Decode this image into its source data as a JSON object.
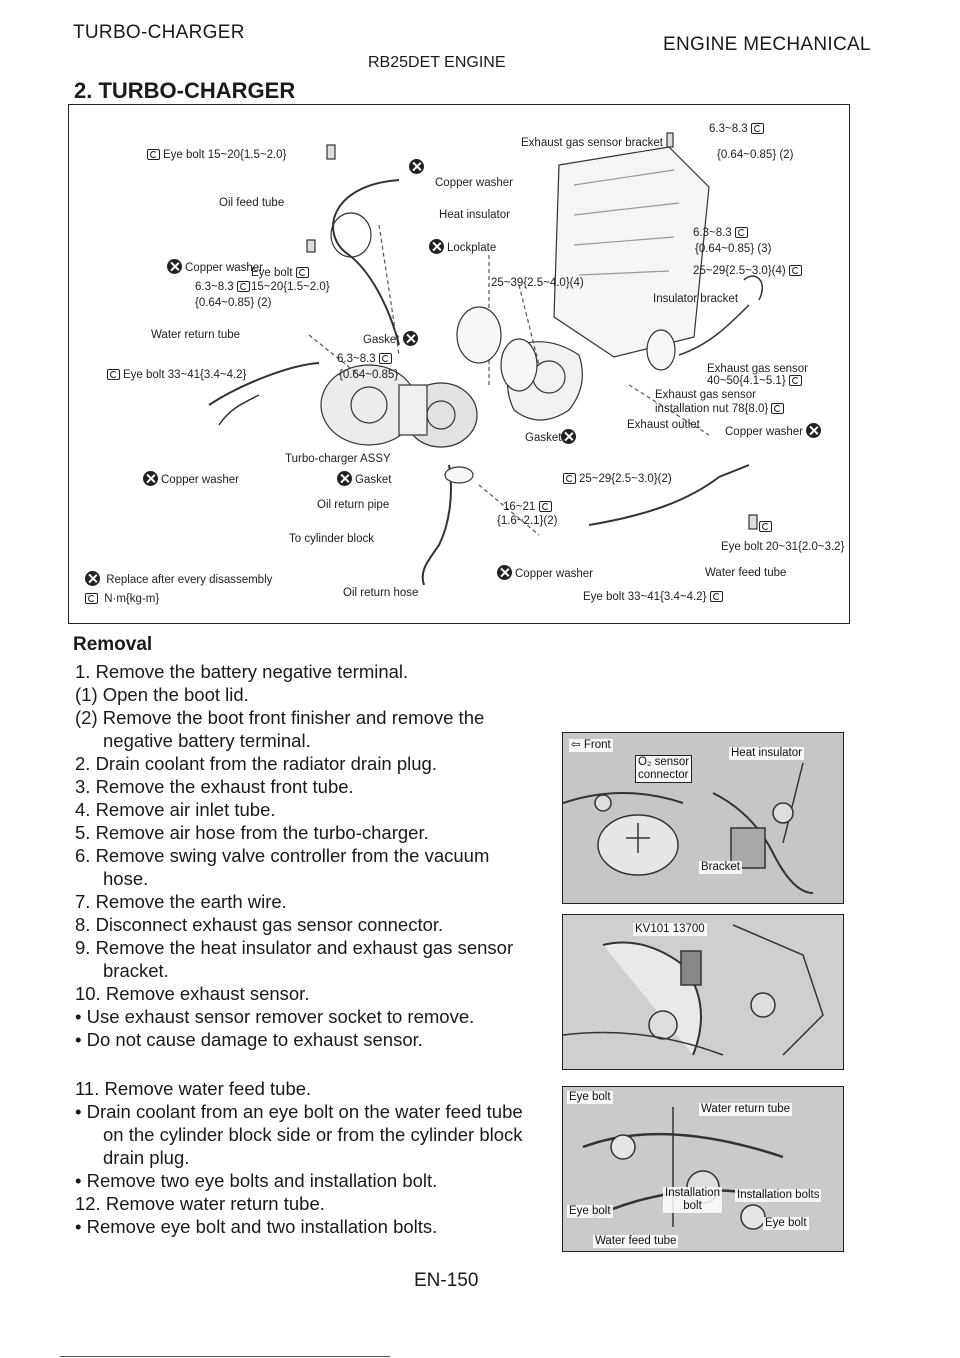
{
  "header": {
    "left": "TURBO-CHARGER",
    "right": "ENGINE MECHANICAL",
    "center": "RB25DET ENGINE"
  },
  "section_heading": "2. TURBO-CHARGER",
  "diagram": {
    "labels": {
      "eye_bolt_top": "Eye bolt 15~20{1.5~2.0}",
      "exhaust_bracket": "Exhaust gas sensor bracket",
      "torque_bracket": "6.3~8.3",
      "torque_bracket_2": "{0.64~0.85} (2)",
      "copper_washer_top": "Copper washer",
      "oil_feed_tube": "Oil feed tube",
      "heat_insulator": "Heat insulator",
      "torque_3a": "6.3~8.3",
      "torque_3b": "{0.64~0.85} (3)",
      "lockplate": "Lockplate",
      "copper_washer_left": "Copper washer",
      "eye_bolt_mid": "Eye bolt",
      "eye_bolt_mid_torque": "15~20{1.5~2.0}",
      "torque_left_a": "6.3~8.3",
      "torque_left_b": "{0.64~0.85} (2)",
      "torque_4": "25~29{2.5~3.0}(4)",
      "torque_center": "25~39{2.5~4.0}(4)",
      "insulator_bracket": "Insulator bracket",
      "water_return_tube": "Water return tube",
      "gasket_top": "Gasket",
      "torque_gasket_a": "6.3~8.3",
      "torque_gasket_b": "{0.64~0.85}",
      "eye_bolt_left": "Eye bolt 33~41{3.4~4.2}",
      "exhaust_sensor": "Exhaust gas sensor",
      "exhaust_sensor_torque": "40~50{4.1~5.1}",
      "exhaust_sensor_nut_a": "Exhaust gas sensor",
      "exhaust_sensor_nut_b": "installation nut 78{8.0}",
      "gasket_right": "Gasket",
      "exhaust_outlet": "Exhaust outlet",
      "copper_washer_right": "Copper washer",
      "turbo_assy": "Turbo-charger ASSY",
      "copper_washer_bottom_left": "Copper washer",
      "gasket_bottom": "Gasket",
      "torque_bottom": "25~29{2.5~3.0}(2)",
      "oil_return_pipe": "Oil return pipe",
      "torque_16a": "16~21",
      "torque_16b": "{1.6~2.1}(2)",
      "to_cylinder_block": "To cylinder block",
      "eye_bolt_right": "Eye bolt 20~31{2.0~3.2}",
      "copper_washer_bottom": "Copper washer",
      "water_feed_tube": "Water feed tube",
      "oil_return_hose": "Oil return hose",
      "eye_bolt_bottom": "Eye bolt 33~41{3.4~4.2}"
    },
    "legend": {
      "replace": "Replace after every disassembly",
      "unit": "N·m{kg-m}"
    }
  },
  "removal": {
    "title": "Removal",
    "steps": [
      "1. Remove the battery negative terminal.",
      "(1) Open the boot lid.",
      "(2) Remove the boot front finisher and remove the",
      "negative battery terminal.",
      "2. Drain coolant from the radiator drain plug.",
      "3. Remove the exhaust front tube.",
      "4. Remove air inlet tube.",
      "5. Remove air hose from the turbo-charger.",
      "6. Remove swing valve controller from the vacuum",
      "hose.",
      "7. Remove the earth wire.",
      "8. Disconnect exhaust gas sensor connector.",
      "9. Remove the heat insulator and exhaust gas sensor",
      "bracket.",
      "10. Remove exhaust sensor.",
      "•   Use exhaust sensor remover socket to remove.",
      "•   Do not cause damage to exhaust sensor.",
      "11. Remove water feed tube.",
      "•   Drain coolant from an eye bolt on the water feed tube",
      "on the cylinder block side or from the cylinder block",
      "drain plug.",
      "•   Remove two eye bolts and installation bolt.",
      "12. Remove water return tube.",
      "•   Remove eye bolt and two installation bolts."
    ]
  },
  "photos": {
    "p1": {
      "front": "Front",
      "o2_a": "O₂ sensor",
      "o2_b": "connector",
      "heat": "Heat insulator",
      "bracket": "Bracket"
    },
    "p2": {
      "tool": "KV101 13700"
    },
    "p3": {
      "eye_bolt_tl": "Eye bolt",
      "water_return": "Water return tube",
      "install_bolt_a": "Installation",
      "install_bolt_b": "bolt",
      "install_bolts": "Installation bolts",
      "eye_bolt_l": "Eye bolt",
      "eye_bolt_r": "Eye bolt",
      "water_feed": "Water feed tube"
    }
  },
  "page_number": "EN-150"
}
